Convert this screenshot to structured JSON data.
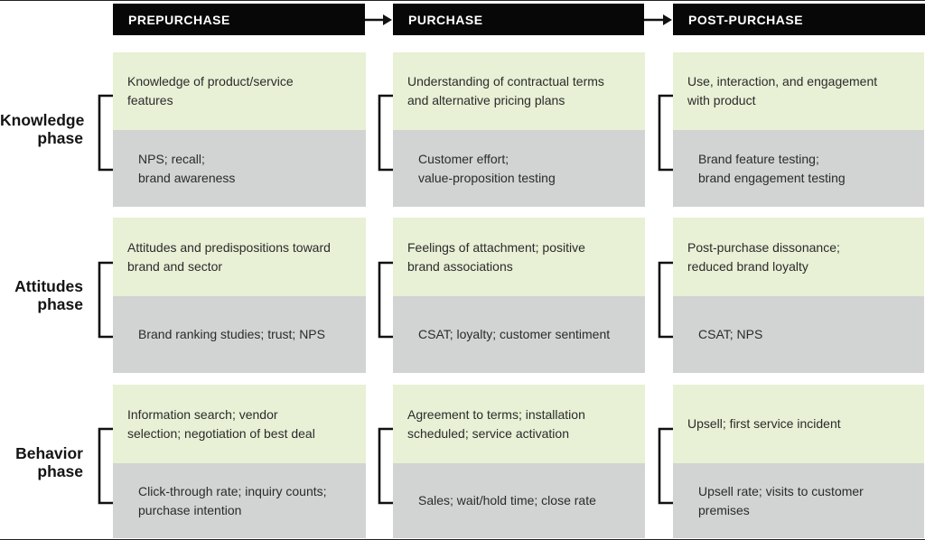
{
  "palette": {
    "stage_bg": "#070707",
    "stage_text": "#ffffff",
    "construct_bg": "#e8f0d5",
    "metrics_bg": "#d2d3d3",
    "body_text": "#2b2b2b",
    "connector": "#111111"
  },
  "stages": [
    {
      "label": "PREPURCHASE"
    },
    {
      "label": "PURCHASE"
    },
    {
      "label": "POST-PURCHASE"
    }
  ],
  "phases": [
    {
      "label": "Knowledge\nphase"
    },
    {
      "label": "Attitudes\nphase"
    },
    {
      "label": "Behavior\nphase"
    }
  ],
  "cells": [
    [
      {
        "construct": "Knowledge of product/service\nfeatures",
        "metrics": "NPS; recall;\nbrand awareness"
      },
      {
        "construct": "Understanding of contractual terms\nand alternative pricing plans",
        "metrics": "Customer effort;\nvalue-proposition testing"
      },
      {
        "construct": "Use, interaction, and engagement\nwith product",
        "metrics": "Brand feature testing;\nbrand engagement testing"
      }
    ],
    [
      {
        "construct": "Attitudes and predispositions toward\nbrand and sector",
        "metrics": "Brand ranking studies; trust; NPS"
      },
      {
        "construct": "Feelings of attachment; positive\nbrand associations",
        "metrics": "CSAT; loyalty; customer sentiment"
      },
      {
        "construct": "Post-purchase dissonance;\nreduced brand loyalty",
        "metrics": "CSAT; NPS"
      }
    ],
    [
      {
        "construct": "Information search; vendor\nselection; negotiation of best deal",
        "metrics": "Click-through rate; inquiry counts;\npurchase intention"
      },
      {
        "construct": "Agreement to terms; installation\nscheduled; service activation",
        "metrics": "Sales; wait/hold time; close rate"
      },
      {
        "construct": "Upsell; first service incident",
        "metrics": "Upsell rate; visits to customer\npremises"
      }
    ]
  ]
}
